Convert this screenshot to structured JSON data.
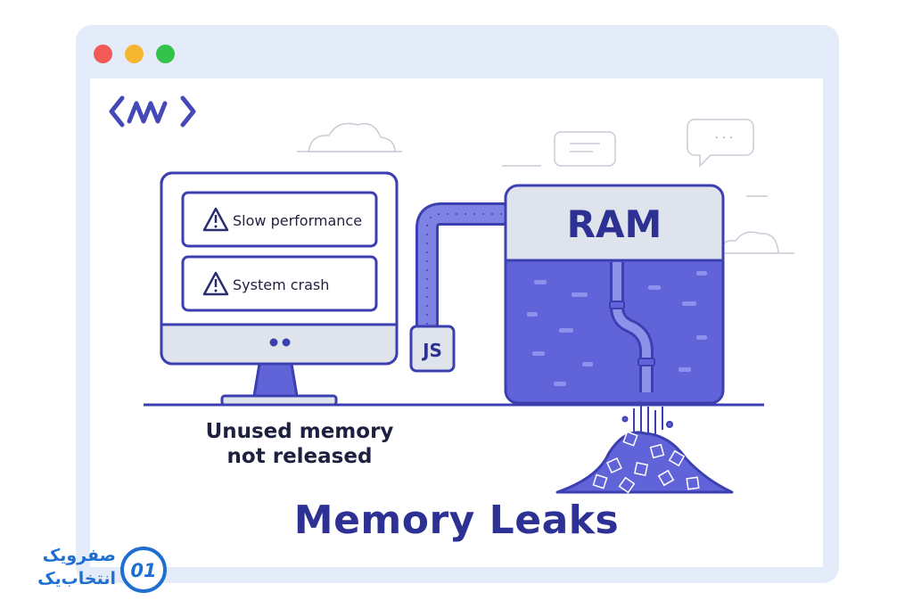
{
  "colors": {
    "accent": "#3c3fb0",
    "fill": "#6163d9",
    "panel": "#dfe4ec",
    "window": "#e4ebf9",
    "dot_red": "#f25a57",
    "dot_yellow": "#f5b731",
    "dot_green": "#33c24a",
    "brand_blue": "#1f6fd0"
  },
  "icons": {
    "logo": "code-brackets-wave-icon",
    "warning": "warning-triangle-icon",
    "pipe": "pipe-icon",
    "chat": "chat-bubble-icon",
    "cloud": "cloud-icon"
  },
  "alerts": [
    {
      "label": "Slow performance"
    },
    {
      "label": "System crash"
    }
  ],
  "monitor": {
    "badge": "JS"
  },
  "ram": {
    "label": "RAM"
  },
  "chat_bubble": {
    "text": "· · ·"
  },
  "caption": {
    "line1": "Unused memory",
    "line2": "not released"
  },
  "title": "Memory Leaks",
  "brand": {
    "line1": "صفرویک",
    "line2": "انتخاب‌یک",
    "mark": "01"
  }
}
